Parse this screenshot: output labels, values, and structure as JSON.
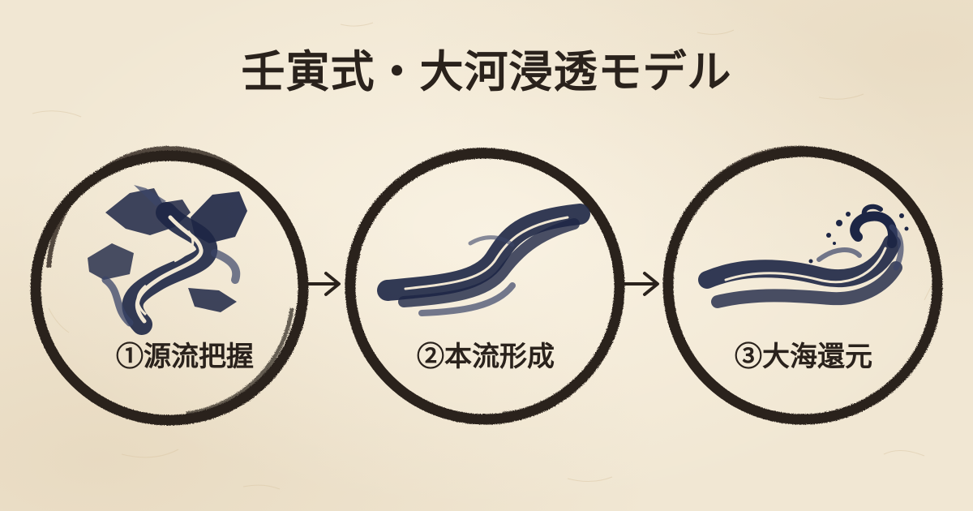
{
  "title": "壬寅式・大河浸透モデル",
  "stages": [
    {
      "label": "①源流把握",
      "icon": "mountain-stream-icon"
    },
    {
      "label": "②本流形成",
      "icon": "river-flow-icon"
    },
    {
      "label": "③大海還元",
      "icon": "ocean-wave-icon"
    }
  ],
  "connectors": [
    {
      "icon": "arrow-right-icon"
    },
    {
      "icon": "arrow-right-icon"
    }
  ],
  "colors": {
    "background": "#f1e7d3",
    "ink": "#2a221c",
    "indigo": "#1d2645"
  }
}
